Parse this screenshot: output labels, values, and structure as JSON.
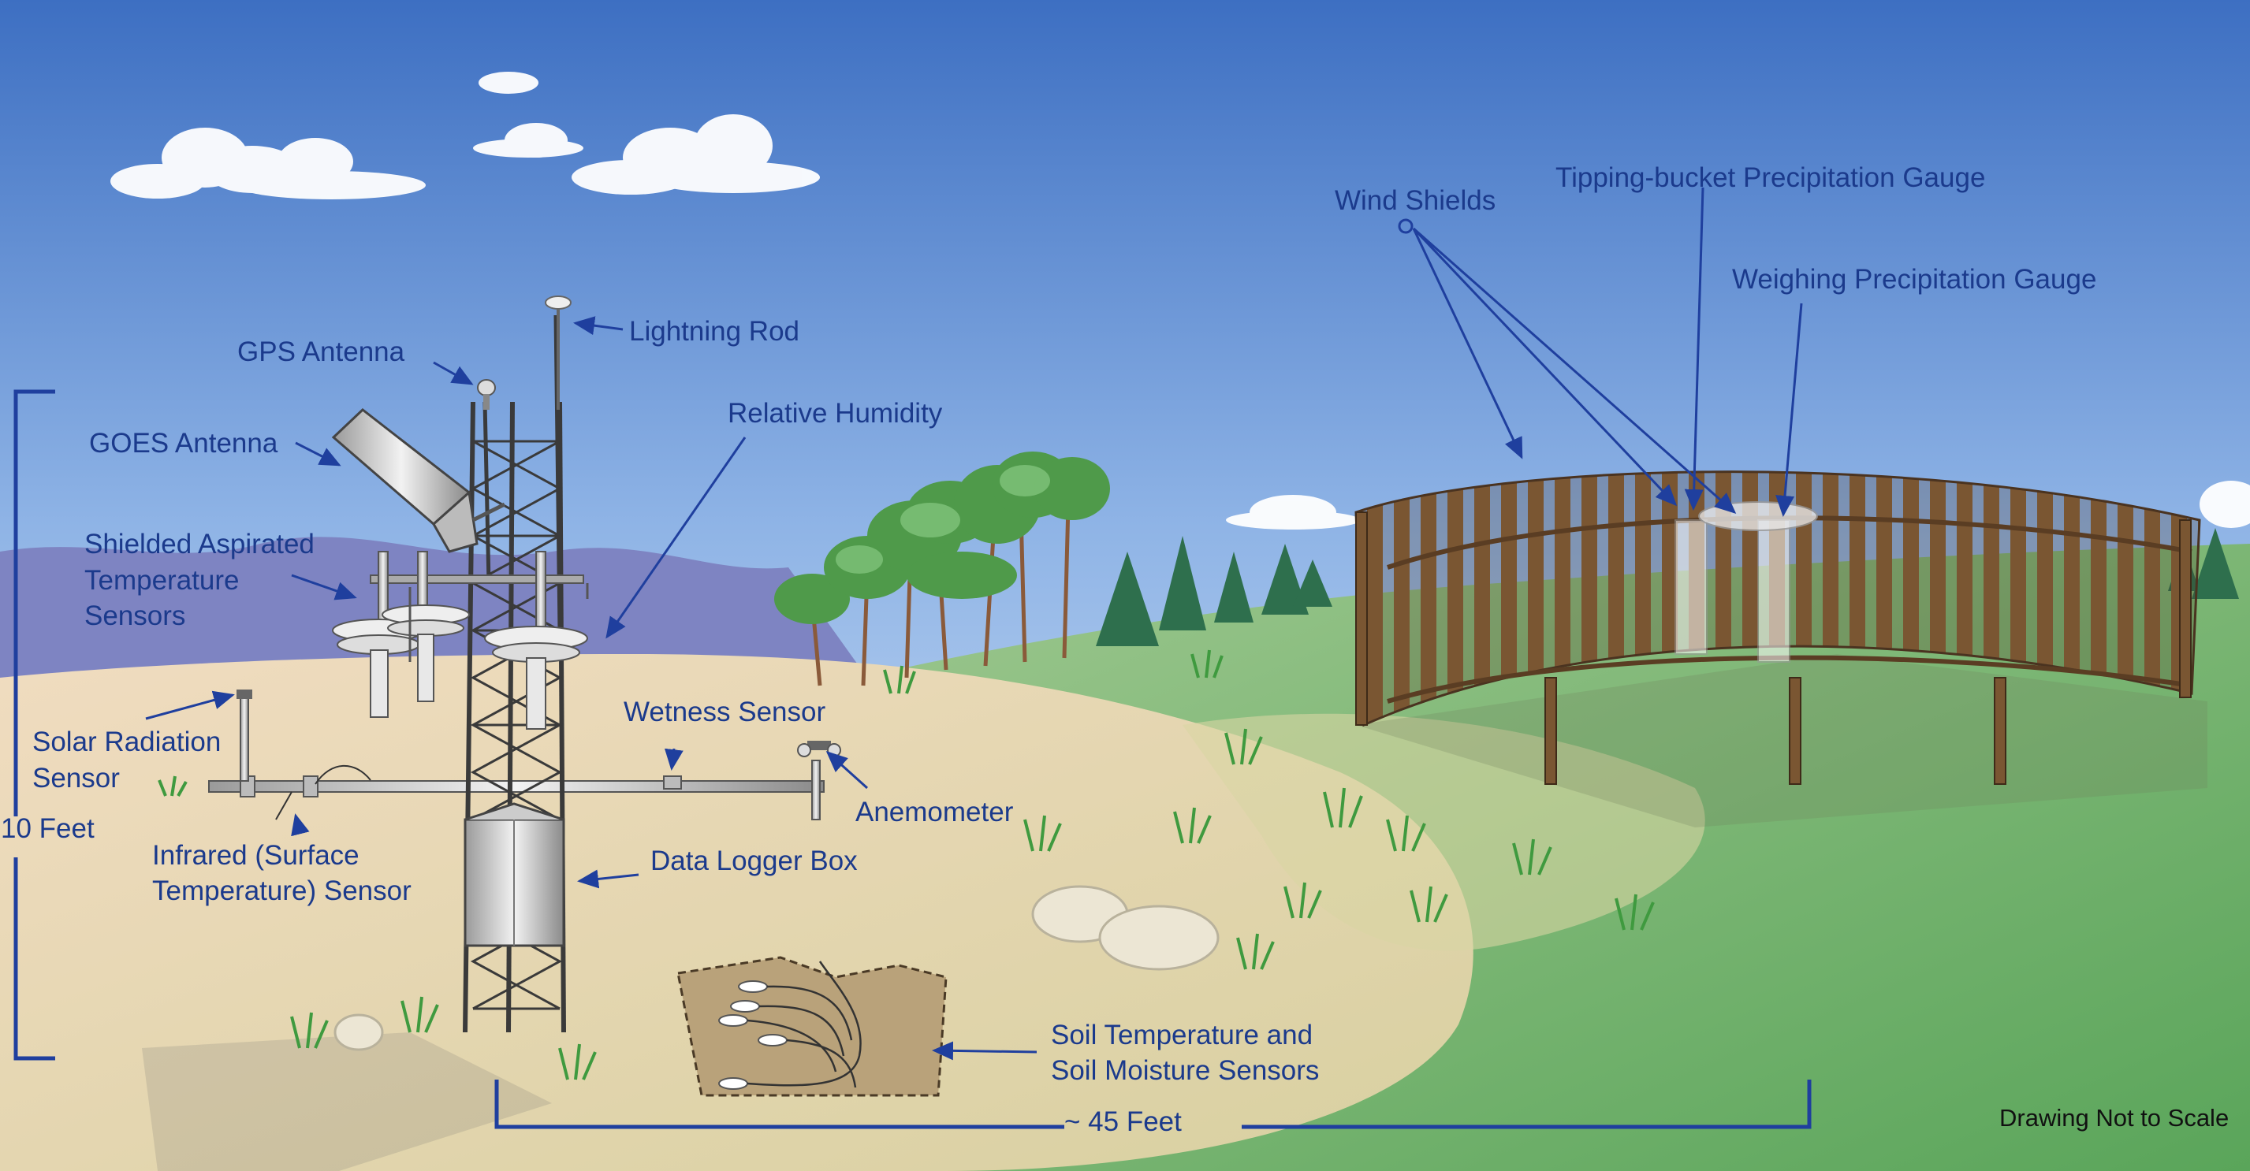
{
  "labels": {
    "lightning_rod": "Lightning Rod",
    "gps_antenna": "GPS Antenna",
    "goes_antenna": "GOES Antenna",
    "relative_humidity": "Relative Humidity",
    "shielded_temp_line1": "Shielded Aspirated",
    "shielded_temp_line2": "Temperature",
    "shielded_temp_line3": "Sensors",
    "solar_radiation_line1": "Solar Radiation",
    "solar_radiation_line2": "Sensor",
    "wetness_sensor": "Wetness Sensor",
    "anemometer": "Anemometer",
    "infrared_line1": "Infrared (Surface",
    "infrared_line2": "Temperature) Sensor",
    "data_logger": "Data Logger Box",
    "soil_line1": "Soil Temperature and",
    "soil_line2": "Soil Moisture Sensors",
    "wind_shields": "Wind Shields",
    "tipping_bucket": "Tipping-bucket Precipitation Gauge",
    "weighing_gauge": "Weighing Precipitation Gauge",
    "height_dim": "10 Feet",
    "width_dim": "~ 45 Feet",
    "scale_note": "Drawing Not to Scale"
  },
  "colors": {
    "label_text": "#1b3a8c",
    "leader_line": "#1f3f9e",
    "sky_top": "#3d6fc2",
    "sky_bottom": "#e0ecf8",
    "mountain": "#7e84c2",
    "ground_sand": "#ead7b3",
    "ground_green": "#74b56c",
    "fence_wood": "#6b4a2b",
    "tower_metal": "#3a3a3a"
  }
}
